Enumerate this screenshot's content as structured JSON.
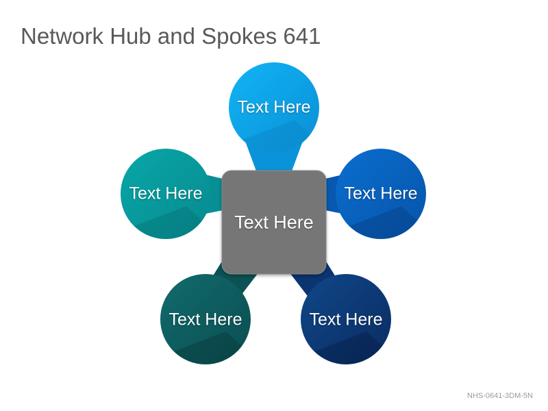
{
  "title": "Network Hub and Spokes 641",
  "slide_code": "NHS-0641-3DM-5N",
  "hub": {
    "label": "Text Here",
    "color": "#767676"
  },
  "spokes": [
    {
      "id": "top",
      "label": "Text Here",
      "color": "#0aa6ea",
      "shade": "#0a8fd0"
    },
    {
      "id": "right",
      "label": "Text Here",
      "color": "#0662c2",
      "shade": "#0a4f9e"
    },
    {
      "id": "bottom-right",
      "label": "Text Here",
      "color": "#0c3a7a",
      "shade": "#0a2a5a"
    },
    {
      "id": "bottom-left",
      "label": "Text Here",
      "color": "#0f5e60",
      "shade": "#0b4749"
    },
    {
      "id": "left",
      "label": "Text Here",
      "color": "#069a9c",
      "shade": "#0b7f85"
    }
  ]
}
